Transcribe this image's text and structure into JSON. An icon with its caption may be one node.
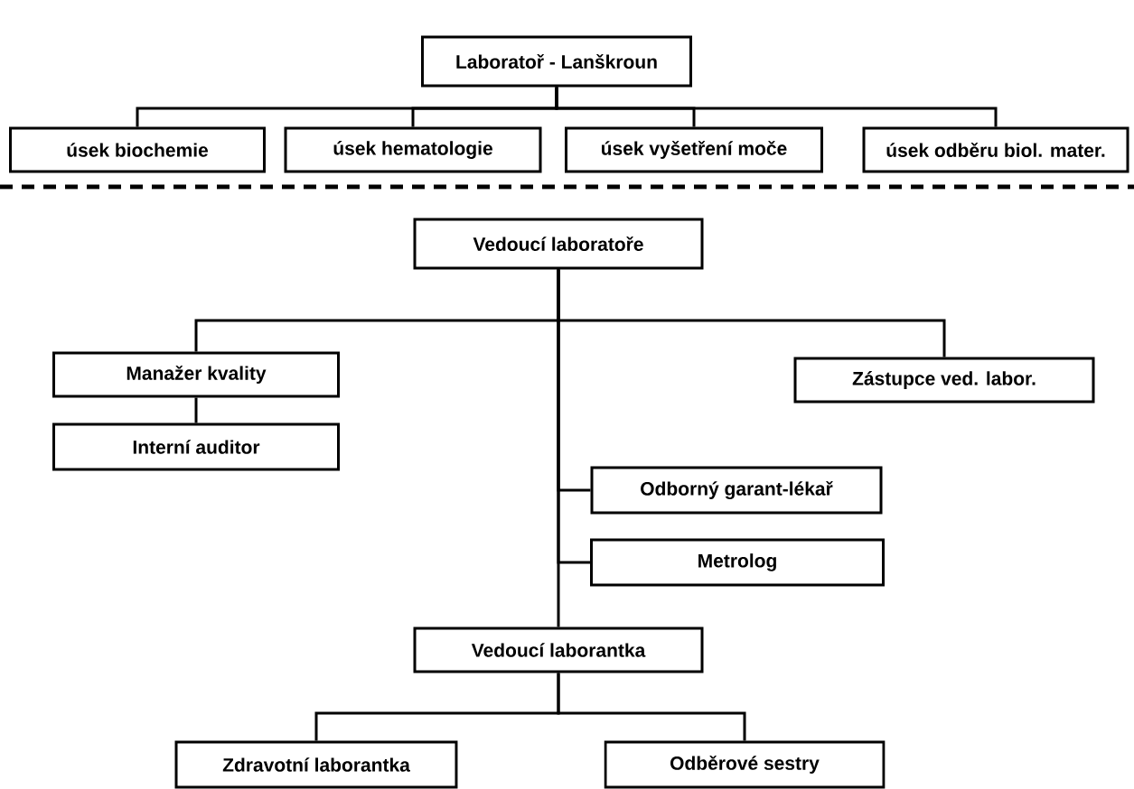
{
  "diagram": {
    "nodes": [
      {
        "text": [
          "Laboratoř - Lanškroun"
        ]
      },
      {
        "text": [
          "úsek biochemie"
        ]
      },
      {
        "text": [
          "úsek hematologie"
        ]
      },
      {
        "text": [
          "úsek vyšetření moče"
        ]
      },
      {
        "text": [
          "úsek odběru biol. mater."
        ]
      },
      {
        "text": [
          "Vedoucí laboratoře"
        ]
      },
      {
        "text": [
          "Manažer kvality"
        ]
      },
      {
        "text": [
          "Zástupce ved. labor."
        ]
      },
      {
        "text": [
          "Interní auditor"
        ]
      },
      {
        "text": [
          "Odborný garant-lékař"
        ]
      },
      {
        "text": [
          "Metrolog"
        ]
      },
      {
        "text": [
          "Vedoucí laborantka"
        ]
      },
      {
        "text": [
          "Zdravotní laborantka"
        ]
      },
      {
        "text": [
          "Odběrové sestry"
        ]
      }
    ],
    "edges": [
      {
        "from": 0,
        "to": 1,
        "arrow": "none"
      },
      {
        "from": 0,
        "to": 2,
        "arrow": "none"
      },
      {
        "from": 0,
        "to": 3,
        "arrow": "none"
      },
      {
        "from": 0,
        "to": 4,
        "arrow": "none"
      },
      {
        "from": 5,
        "to": 6,
        "arrow": "none"
      },
      {
        "from": 5,
        "to": 7,
        "arrow": "none"
      },
      {
        "from": 6,
        "to": 8,
        "arrow": "none"
      },
      {
        "from": 5,
        "to": 9,
        "arrow": "none"
      },
      {
        "from": 5,
        "to": 10,
        "arrow": "none"
      },
      {
        "from": 5,
        "to": 11,
        "arrow": "none"
      },
      {
        "from": 11,
        "to": 12,
        "arrow": "none"
      },
      {
        "from": 11,
        "to": 13,
        "arrow": "none"
      }
    ]
  }
}
